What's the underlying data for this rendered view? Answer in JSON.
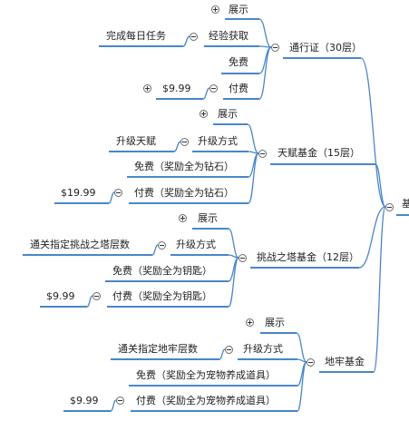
{
  "root": {
    "label": "基"
  },
  "branches": [
    {
      "label": "通行证（30层）",
      "children": [
        {
          "label": "展示"
        },
        {
          "label": "经验获取",
          "children": [
            {
              "label": "完成每日任务"
            }
          ]
        },
        {
          "label": "免费"
        },
        {
          "label": "付费",
          "children": [
            {
              "label": "$9.99"
            }
          ]
        }
      ]
    },
    {
      "label": "天赋基金（15层）",
      "children": [
        {
          "label": "展示"
        },
        {
          "label": "升级方式",
          "children": [
            {
              "label": "升级天赋"
            }
          ]
        },
        {
          "label": "免费（奖励全为钻石）"
        },
        {
          "label": "付费（奖励全为钻石）",
          "children": [
            {
              "label": "$19.99"
            }
          ]
        }
      ]
    },
    {
      "label": "挑战之塔基金（12层）",
      "children": [
        {
          "label": "展示"
        },
        {
          "label": "升级方式",
          "children": [
            {
              "label": "通关指定挑战之塔层数"
            }
          ]
        },
        {
          "label": "免费（奖励全为钥匙）"
        },
        {
          "label": "付费（奖励全为钥匙）",
          "children": [
            {
              "label": "$9.99"
            }
          ]
        }
      ]
    },
    {
      "label": "地牢基金",
      "children": [
        {
          "label": "展示"
        },
        {
          "label": "升级方式",
          "children": [
            {
              "label": "通关指定地牢层数"
            }
          ]
        },
        {
          "label": "免费（奖励全为宠物养成道具）"
        },
        {
          "label": "付费（奖励全为宠物养成道具）",
          "children": [
            {
              "label": "$9.99"
            }
          ]
        }
      ]
    }
  ],
  "colors": {
    "line": "#4a86c8",
    "text": "#222222",
    "toggle": "#6a6a6a"
  }
}
